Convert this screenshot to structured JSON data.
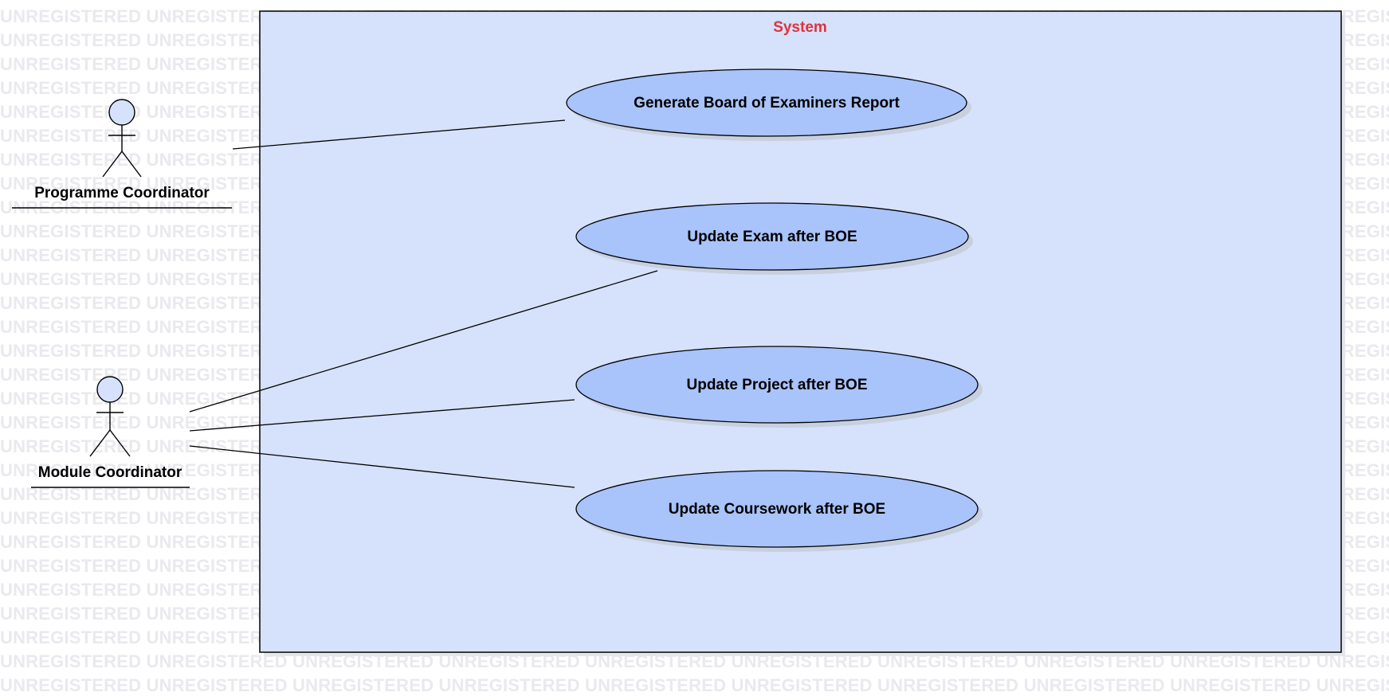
{
  "watermark": {
    "text": "UNREGISTERED"
  },
  "system": {
    "title": "System",
    "title_color": "#e0323c",
    "fill": "#d6e2fb",
    "stroke": "#000000"
  },
  "actors": [
    {
      "id": "programme-coordinator",
      "label": "Programme Coordinator"
    },
    {
      "id": "module-coordinator",
      "label": "Module Coordinator"
    }
  ],
  "use_cases": [
    {
      "id": "generate-boe-report",
      "label": "Generate Board of Examiners Report"
    },
    {
      "id": "update-exam",
      "label": "Update Exam after BOE"
    },
    {
      "id": "update-project",
      "label": "Update Project after BOE"
    },
    {
      "id": "update-coursework",
      "label": "Update Coursework after BOE"
    }
  ],
  "associations": [
    {
      "from": "programme-coordinator",
      "to": "generate-boe-report"
    },
    {
      "from": "module-coordinator",
      "to": "update-exam"
    },
    {
      "from": "module-coordinator",
      "to": "update-project"
    },
    {
      "from": "module-coordinator",
      "to": "update-coursework"
    }
  ],
  "colors": {
    "use_case_fill": "#a9c3fb",
    "actor_head_fill": "#d6e2fb",
    "shadow": "#c8cfdd"
  }
}
